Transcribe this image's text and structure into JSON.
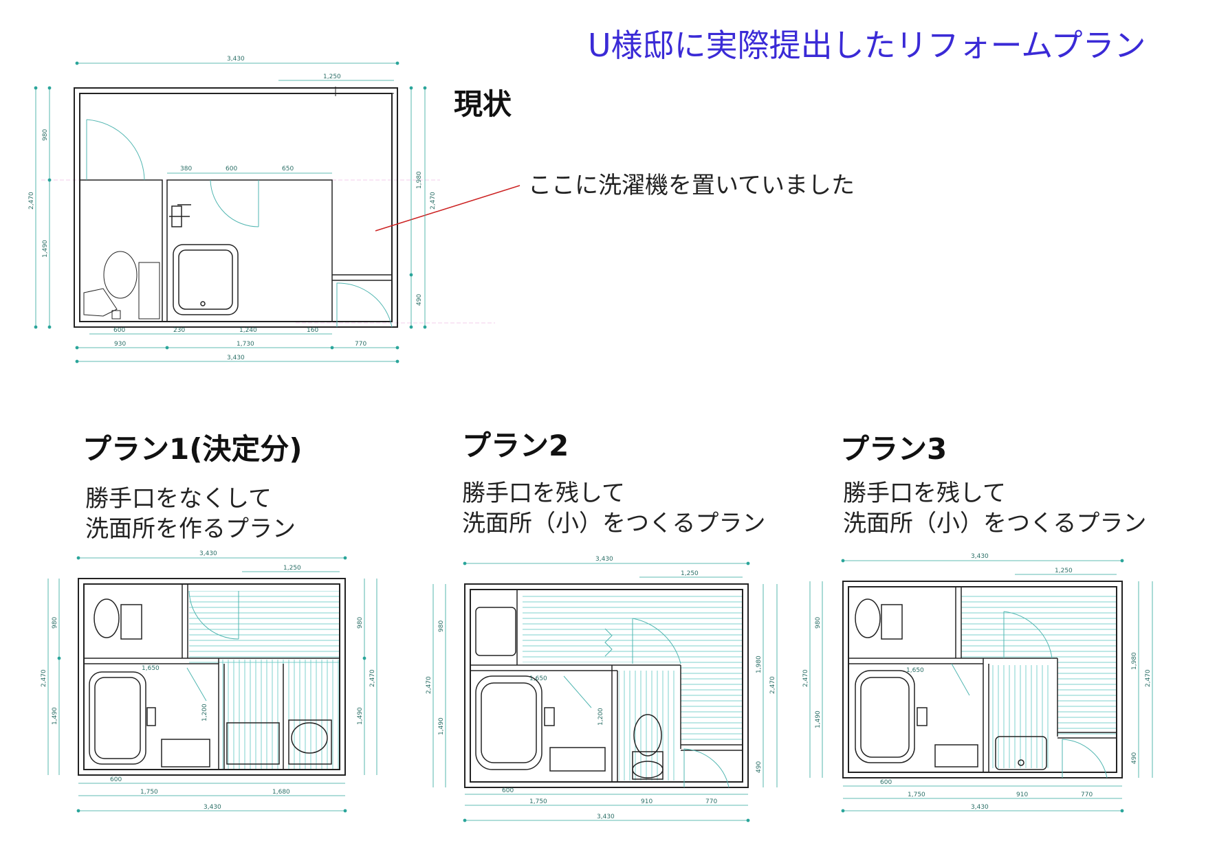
{
  "title": "U様邸に実際提出したリフォームプラン",
  "current": {
    "heading": "現状",
    "note": "ここに洗濯機を置いていました",
    "dims": {
      "top_total": "3,430",
      "window": "1,250",
      "left_total": "2,470",
      "left_upper": "980",
      "left_lower": "1,490",
      "right_upper": "1,980",
      "right_total": "2,470",
      "right_lower": "490",
      "inner_a": "380",
      "inner_b": "600",
      "inner_c": "650",
      "bottom_a": "600",
      "bottom_b": "230",
      "bottom_c": "1,240",
      "bottom_d": "160",
      "bottom_e": "930",
      "bottom_f": "1,730",
      "bottom_g": "770",
      "bottom_total": "3,430"
    }
  },
  "plans": [
    {
      "heading": "プラン1(決定分)",
      "desc1": "勝手口をなくして",
      "desc2": "洗面所を作るプラン",
      "dims": {
        "top_total": "3,430",
        "window": "1,250",
        "left_total": "2,470",
        "left_upper": "980",
        "left_lower": "1,490",
        "right_upper": "980",
        "right_total": "2,470",
        "right_lower": "1,490",
        "bath_w": "1,650",
        "bath_h": "1,200",
        "bottom_a": "600",
        "bottom_b": "1,750",
        "bottom_c": "1,680",
        "bottom_total": "3,430"
      }
    },
    {
      "heading": "プラン2",
      "desc1": "勝手口を残して",
      "desc2": "洗面所（小）をつくるプラン",
      "dims": {
        "top_total": "3,430",
        "window": "1,250",
        "left_total": "2,470",
        "left_upper": "980",
        "left_lower": "1,490",
        "right_upper": "1,980",
        "right_total": "2,470",
        "right_lower": "490",
        "bath_w": "1,650",
        "bath_h": "1,200",
        "bottom_a": "600",
        "bottom_b": "1,750",
        "bottom_c": "910",
        "bottom_d": "770",
        "bottom_total": "3,430"
      }
    },
    {
      "heading": "プラン3",
      "desc1": "勝手口を残して",
      "desc2": "洗面所（小）をつくるプラン",
      "dims": {
        "top_total": "3,430",
        "window": "1,250",
        "left_total": "2,470",
        "left_upper": "980",
        "left_lower": "1,490",
        "right_upper": "1,980",
        "right_total": "2,470",
        "right_lower": "490",
        "bath_w": "1,650",
        "bottom_a": "600",
        "bottom_b": "1,750",
        "bottom_c": "910",
        "bottom_d": "770",
        "bottom_total": "3,430"
      }
    }
  ],
  "colors": {
    "title": "#3a2ad6",
    "dimension": "#2a6e66",
    "wall": "#222222",
    "door": "#4fb5b0",
    "floor": "#5cc7c0",
    "leader": "#cc2222"
  }
}
